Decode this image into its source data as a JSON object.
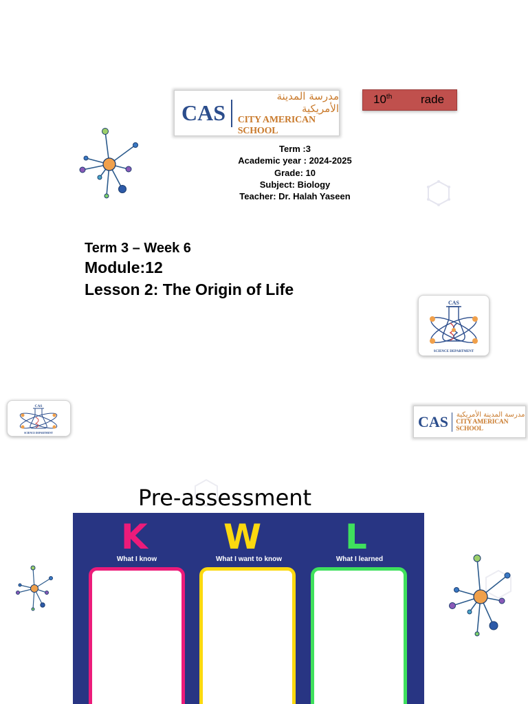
{
  "header": {
    "logo": {
      "cas": "CAS",
      "arabic": "مدرسة المدينة الأمريكية",
      "english": "CITY AMERICAN SCHOOL"
    },
    "grade_badge": {
      "number": "10",
      "suffix": "th",
      "rest": "rade"
    }
  },
  "info": {
    "term": "Term :3",
    "year": "Academic year : 2024-2025",
    "grade": "Grade: 10",
    "subject": "Subject: Biology",
    "teacher": "Teacher:  Dr. Halah Yaseen"
  },
  "lesson": {
    "week": "Term 3 – Week 6",
    "module": "Module:12",
    "title": "Lesson 2: The Origin of Life"
  },
  "science_badge": {
    "top": "CAS",
    "bottom": "SCIENCE DEPARTMENT"
  },
  "pre_assessment": {
    "title": "Pre-assessment",
    "columns": [
      {
        "letter": "K",
        "caption": "What I know",
        "color": "#ec1b7a"
      },
      {
        "letter": "W",
        "caption": "What I want to know",
        "color": "#fcd90f"
      },
      {
        "letter": "L",
        "caption": "What I learned",
        "color": "#3fe05d"
      }
    ]
  },
  "colors": {
    "kwl_background": "#283583",
    "badge_red": "#c0504d",
    "brand_blue": "#2b4d8c",
    "brand_orange": "#c97a2c"
  }
}
